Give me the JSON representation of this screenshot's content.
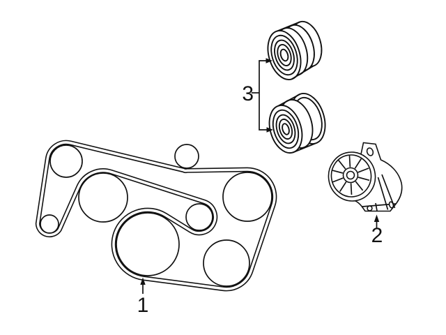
{
  "diagram": {
    "kind": "serpentine-belt-parts-diagram",
    "background_color": "#ffffff",
    "line_color": "#111111",
    "callouts": [
      {
        "label": "1"
      },
      {
        "label": "2"
      },
      {
        "label": "3"
      }
    ]
  }
}
